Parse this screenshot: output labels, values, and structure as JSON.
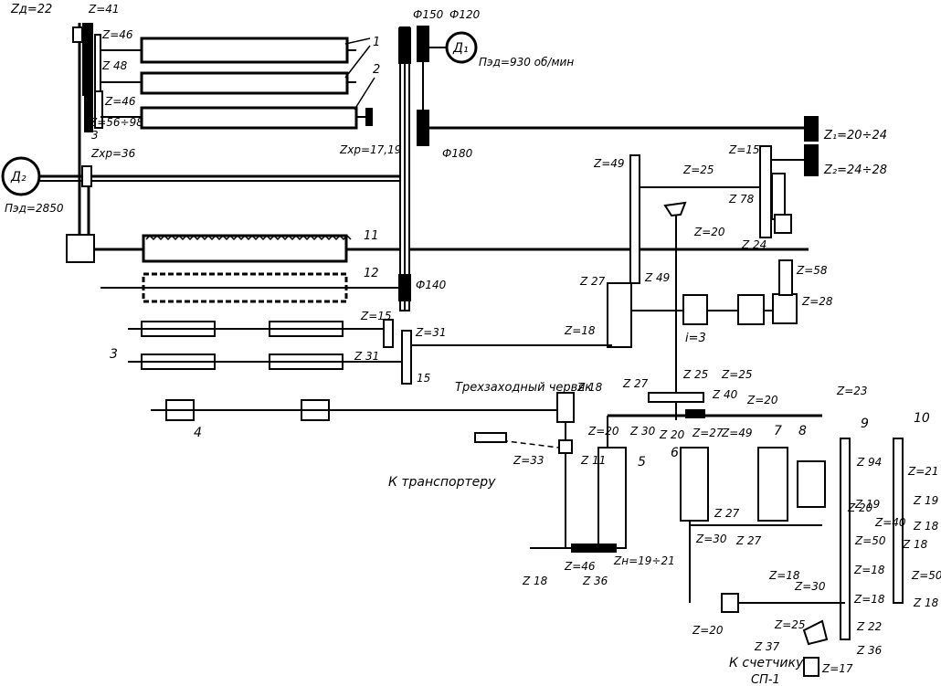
{
  "labels": {
    "zr22": "Zд=22",
    "z41": "Z=41",
    "z46a": "Z=46",
    "z48": "Z 48",
    "z46b": "Z=46",
    "z5698": "Z=56÷98",
    "n3a": "3",
    "zxp36": "Zхр=36",
    "zxp1719": "Zхр=17,19",
    "d2": "Д₂",
    "d2n": "Пэд=2850",
    "d1": "Д₁",
    "d1n": "Пэд=930 об/мин",
    "p150": "Ф150",
    "p120": "Ф120",
    "p180": "Ф180",
    "p140": "Ф140",
    "z1": "Z₁=20÷24",
    "z2": "Z₂=24÷28",
    "z15a": "Z=15",
    "z78": "Z 78",
    "z24a": "Z 24",
    "z25a": "Z=25",
    "z20a": "Z=20",
    "z49a": "Z=49",
    "z49b": "Z 49",
    "n1": "1",
    "n2": "2",
    "n11": "11",
    "n12": "12",
    "z58": "Z=58",
    "z28": "Z=28",
    "z27a": "Z 27",
    "z18a": "Z=18",
    "i3": "i=3",
    "z15b": "Z=15",
    "z31a": "Z=31",
    "z31b": "Z 31",
    "n15": "15",
    "n3b": "3",
    "n4": "4",
    "worm": "Трехзаходный червяк",
    "z18b": "Z 18",
    "z11": "Z 11",
    "z33": "Z=33",
    "transporter": "К транспортеру",
    "z27b": "Z 27",
    "z25b": "Z 25",
    "z25c": "Z=25",
    "z20b": "Z=20",
    "z30a": "Z 30",
    "z20c": "Z 20",
    "z40": "Z 40",
    "z20d": "Z=20",
    "z27c": "Z=27",
    "z49c": "Z=49",
    "z23": "Z=23",
    "n5": "5",
    "n6": "6",
    "n7": "7",
    "n8": "8",
    "n9": "9",
    "n10": "10",
    "z94": "Z 94",
    "z21": "Z=21",
    "z19a": "Z 19",
    "z19b": "Z 19",
    "z18c": "Z 18",
    "z18d": "Z 18",
    "z18e": "Z 18",
    "z46c": "Z=46",
    "z36a": "Z 36",
    "zn1921": "Zн=19÷21",
    "z30b": "Z=30",
    "z27d": "Z 27",
    "z18f": "Z=18",
    "z30c": "Z=30",
    "z20e": "Z 20",
    "z40b": "Z=40",
    "z27e": "Z 27",
    "z50a": "Z=50",
    "z18g": "Z=18",
    "z50b": "Z=50",
    "z18h": "Z=18",
    "z18i": "Z 18",
    "z22": "Z 22",
    "z20f": "Z=20",
    "z25d": "Z=25",
    "z37": "Z 37",
    "z36b": "Z 36",
    "counter": "К счетчику",
    "sp1": "СП-1",
    "z17": "Z=17"
  }
}
